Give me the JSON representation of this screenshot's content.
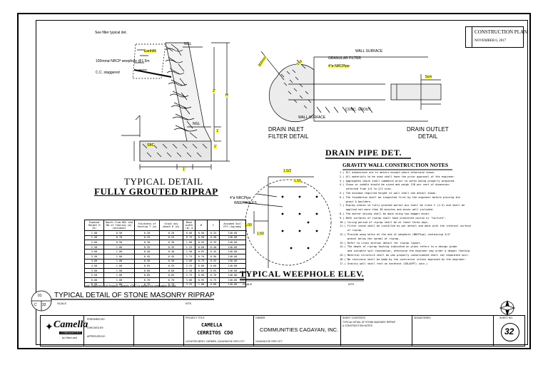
{
  "plan": {
    "title": "CONSTRUCTION PLAN",
    "date": "NOVEMBER 6, 2017"
  },
  "riprap": {
    "callouts": [
      "See filter typical det.",
      "Earthfill",
      "100mmø NRCP weephole @1.5m",
      "C.C. staggered",
      "SBC",
      "NGL",
      "NGL"
    ],
    "dims": [
      "2'",
      "H",
      "1'",
      "2'",
      "1'"
    ],
    "title1": "TYPICAL DETAIL",
    "title2": "FULLY GROUTED RIPRAP"
  },
  "drain": {
    "wall_surface": "WALL SURFACE",
    "granular": "GRANULAR FILTER",
    "pipe": "4\"ø NRCPipe",
    "dim300": "300mm",
    "dim150": "150",
    "dim5": "5cm",
    "conc": "CONC. GROUT",
    "wall2": "WALL SURFACE",
    "inlet1": "DRAIN INLET",
    "inlet2": "FILTER DETAIL",
    "outlet1": "DRAIN OUTLET",
    "outlet2": "DETAIL",
    "title": "DRAIN PIPE DET."
  },
  "notes": {
    "title": "GRAVITY WALL CONSTRUCTION NOTES",
    "items": [
      "1.) All dimensions are in meters except where otherwise shown.",
      "2.) All materials to be used shall have the prior approval of the engineer.",
      "3.) Aggregates which shall commence prior to works being properly prepared.",
      "4.) Stone or cobble should be sized and weigh 120 per cent of dimension",
      "    selected from 1/4 to 2/3 size.",
      "5.) The minimum required height of wall shall see detail shown.",
      "6.) The foundation shall be inspected first by the engineer before placing the",
      "    grout & boulders.",
      "7.) Riprap stones to fully grouted mortar mix shall be class C (1:3) and shall be",
      "    applied not more than 30 minutes and mixes well included.",
      "8.) The mortar mixing shall be done using two bagger mixer.",
      "9.) Both surfaces of riprap shall have plastered course or \"torture\".",
      "10.) Curing period of riprap shall be at least three days.",
      "11.) Filter stone shall be installed as per detail and done with the internal surface",
      "     of riprap.",
      "12.) Provide weep holes at the end of weephole (NRCPipe) containing 3/4\"",
      "     gravel below the normal of riprap.",
      "13.) Refer to cross section detail for riprap layout.",
      "14.) The depth of riprap footing indicated on plans refers to a design grade",
      "     and suitable soil foundation, otherwise the engineer may order a deeper footing.",
      "15.) Material structure shall be was properly consolidated shall not separated soil.",
      "16.) No revisions shall be made by the contractor unless approved by the engineer.",
      "17.) Gravity wall shall rest on hardrock (SOLASPT) (min.)"
    ]
  },
  "weephole": {
    "dim1": "1.5/2",
    "dim2": "1.50",
    "dim3": "1.00",
    "dim4": "1.50",
    "pipe1": "4\"ø NRCPipe",
    "pipe2": "WEEPHOLES",
    "title": "TYPICAL WEEPHOLE ELEV.",
    "scale": "SCALE",
    "nts": "NTS"
  },
  "table": {
    "headers": [
      "Exposed Height H (m)",
      "Depth from NGL and Bm of footing (m) (minimum)",
      "thickness of footing T (m)",
      "Grout key depth D (m)",
      "Base width (m) A",
      "B",
      "C",
      "Assumed Soil Eff.(kg/sqm)"
    ],
    "rows": [
      [
        "1.00",
        "0.50",
        "0.20",
        "0.20",
        "0.60",
        "0.50",
        "0.25",
        "140.00"
      ],
      [
        "1.50",
        "0.70",
        "0.25",
        "0.25",
        "0.75",
        "0.50",
        "0.30",
        "140.00"
      ],
      [
        "2.00",
        "0.90",
        "0.30",
        "0.30",
        "1.00",
        "0.55",
        "0.35",
        "140.00"
      ],
      [
        "2.50",
        "1.00",
        "0.35",
        "0.35",
        "1.25",
        "0.60",
        "0.40",
        "140.00"
      ],
      [
        "3.00",
        "1.00",
        "0.40",
        "0.40",
        "1.50",
        "0.65",
        "0.45",
        "140.00"
      ],
      [
        "3.50",
        "1.00",
        "0.45",
        "0.45",
        "1.75",
        "0.70",
        "0.50",
        "140.00"
      ],
      [
        "4.00",
        "1.00",
        "0.50",
        "0.50",
        "2.00",
        "0.75",
        "0.55",
        "140.00"
      ],
      [
        "4.50",
        "1.00",
        "0.55",
        "0.55",
        "2.25",
        "0.80",
        "0.60",
        "140.00"
      ],
      [
        "5.00",
        "1.00",
        "0.60",
        "0.60",
        "2.50",
        "0.85",
        "0.65",
        "140.00"
      ],
      [
        "5.50",
        "1.00",
        "0.65",
        "0.65",
        "2.75",
        "0.90",
        "0.70",
        "140.00"
      ],
      [
        "6.00",
        "1.00",
        "0.70",
        "0.70",
        "3.00",
        "0.95",
        "0.75",
        "140.00"
      ],
      [
        "6.50",
        "1.00",
        "0.75",
        "0.75",
        "3.25",
        "1.00",
        "0.80",
        "140.00"
      ]
    ],
    "note": "Note: Assumed Soil Bearing Capacity (SBC) is subject for verification on site."
  },
  "section": {
    "bubble_top": "01",
    "bubble_l": "C",
    "bubble_r": "32",
    "title": "TYPICAL DETAIL OF STONE MASONRY RIPRAP",
    "scale": "SCALE",
    "nts": "NTS"
  },
  "titleblock": {
    "logo": "Camella",
    "logo_sub": "COMMUNITIES",
    "logo_tag": "by Vista Land",
    "project_hdr": "PROJECT TITLE",
    "project1": "CAMELLA",
    "project2": "CERRITOS CDO",
    "location_lbl": "LOCATION:",
    "location": "BRGY. CARMEN, CAGAYAN DE ORO CITY",
    "owner_hdr": "OWNER",
    "owner": "COMMUNITIES CAGAYAN, INC.",
    "owner_addr": "CAGAYAN DE ORO CITY",
    "sheet_hdr": "SHEET CONTENTS",
    "sheet1": "TYPICAL DETAIL OF STONE MASONRY RIPRAP",
    "sheet2": "& CONSTRUCTION NOTES",
    "sig_hdr": "SIGNATORIES",
    "sheet_no_hdr": "SHEET NO.",
    "sheet_no": "32",
    "prep": "PREPARED BY:",
    "chk": "CHECKED BY:",
    "appr": "APPROVED BY:"
  }
}
